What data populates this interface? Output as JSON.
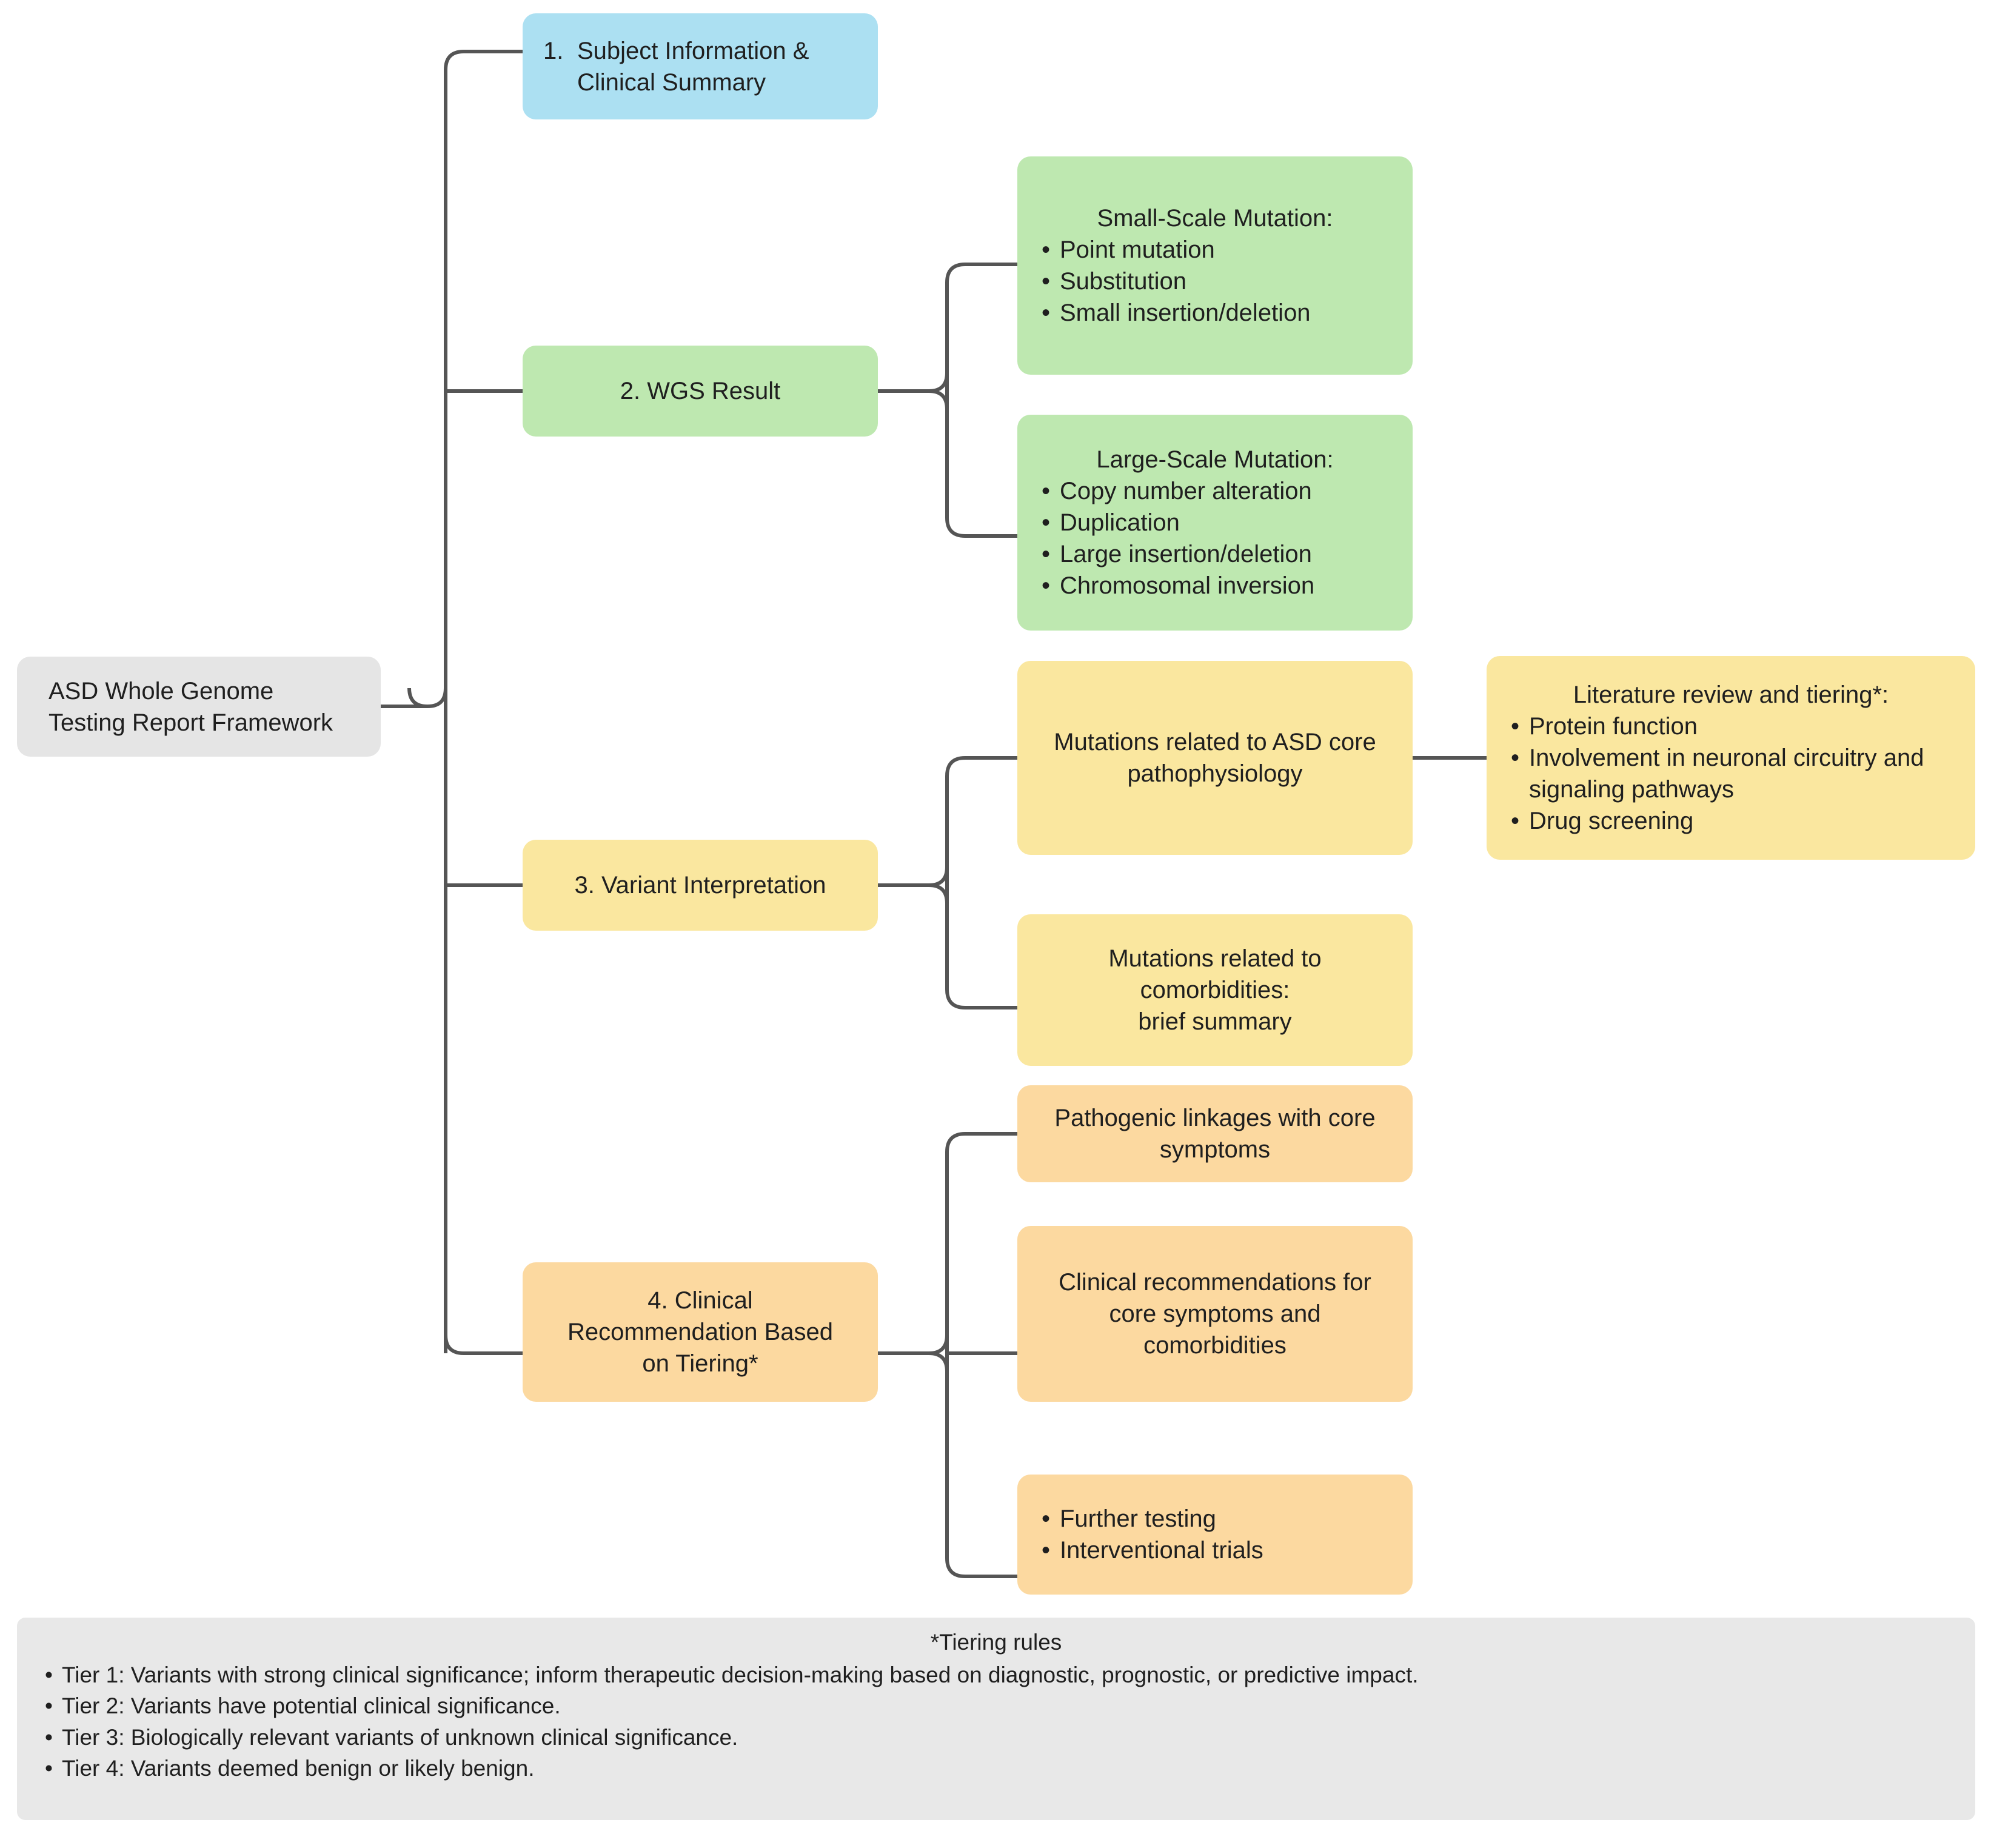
{
  "root": {
    "line1": "ASD Whole Genome",
    "line2": "Testing Report Framework"
  },
  "branches": {
    "subject": {
      "number": "1.",
      "line1": "Subject Information &",
      "line2": "Clinical Summary"
    },
    "wgs": {
      "label": "2. WGS Result",
      "small_scale": {
        "title": "Small-Scale Mutation:",
        "items": [
          "Point mutation",
          "Substitution",
          "Small insertion/deletion"
        ]
      },
      "large_scale": {
        "title": "Large-Scale Mutation:",
        "items": [
          "Copy number alteration",
          "Duplication",
          "Large insertion/deletion",
          "Chromosomal inversion"
        ]
      }
    },
    "variant": {
      "label": "3. Variant Interpretation",
      "core": {
        "line1": "Mutations related to ASD core",
        "line2": "pathophysiology"
      },
      "literature": {
        "title": "Literature review and tiering*:",
        "items": [
          "Protein function",
          "Involvement in neuronal circuitry and signaling pathways",
          "Drug screening"
        ]
      },
      "comorbid": {
        "line1": "Mutations related to",
        "line2": "comorbidities:",
        "line3": "brief summary"
      }
    },
    "clinical": {
      "line1": "4. Clinical",
      "line2": "Recommendation Based",
      "line3": "on Tiering*",
      "pathogenic": {
        "line1": "Pathogenic linkages with core",
        "line2": "symptoms"
      },
      "recommendations": {
        "line1": "Clinical recommendations for",
        "line2": "core symptoms and",
        "line3": "comorbidities"
      },
      "further": {
        "items": [
          "Further testing",
          "Interventional trials"
        ]
      }
    }
  },
  "footer": {
    "title": "*Tiering rules",
    "rules": [
      "Tier 1: Variants with strong clinical significance; inform therapeutic decision-making based on diagnostic, prognostic, or predictive impact.",
      "Tier 2: Variants have potential clinical significance.",
      "Tier 3: Biologically relevant variants of unknown clinical significance.",
      "Tier 4: Variants deemed benign or likely benign."
    ]
  },
  "colors": {
    "root": "#e5e5e5",
    "blue": "#ace0f2",
    "green": "#bee8b0",
    "yellow": "#fae79f",
    "orange": "#fcd9a0",
    "connector": "#555555",
    "footer_bg": "#e8e8e8"
  }
}
